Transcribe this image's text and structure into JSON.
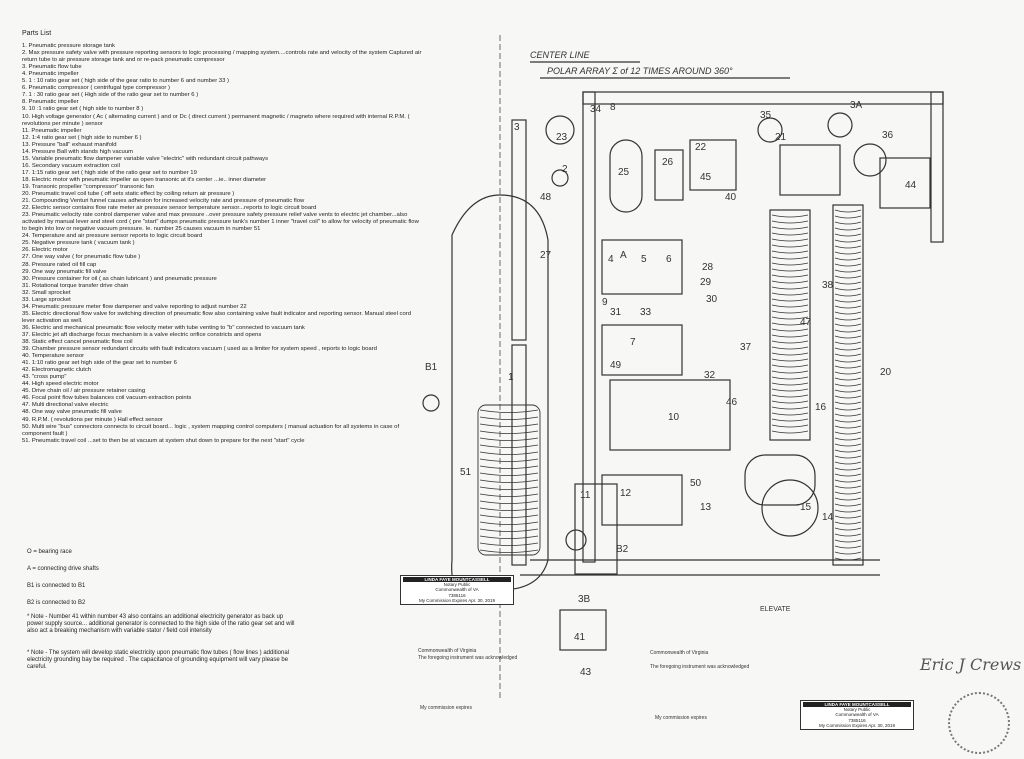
{
  "parts_list": {
    "title": "Parts List",
    "items": [
      "1. Pneumatic pressure storage tank",
      "2. Max pressure safety valve with pressure reporting sensors to logic processing / mapping system....controls rate and velocity of the system Captured air return tube to air pressure storage tank and or re-pack pneumatic compressor",
      "3. Pneumatic flow tube",
      "4. Pneumatic impeller",
      "5. 1 : 10 ratio gear set ( high side of the gear ratio to number 6 and number 33 )",
      "6. Pneumatic compressor ( centrifugal type compressor )",
      "7. 1 : 30 ratio gear set ( High side of the ratio gear set to number 6 )",
      "8. Pneumatic impeller",
      "9. 10 :1 ratio gear set ( high side to number 8 )",
      "10. High voltage generator ( Ac ( alternating current ) and or Dc ( direct current ) permanent magnetic / magneto where required with internal R.P.M. ( revolutions per minute ) sensor",
      "11. Pneumatic impeller",
      "12. 1:4 ratio gear set ( high side to number 6 )",
      "13. Pressure \"ball\" exhaust manifold",
      "14. Pressure Ball with stands high vacuum",
      "15. Variable pneumatic flow dampener variable valve \"electric\" with redundant circuit pathways",
      "16. Secondary vacuum extraction coil",
      "17. 1:15 ratio gear set ( high side of the ratio gear set to number 19",
      "18. Electric motor with pneumatic impeller as open transonic at it's center ...ie.. inner diameter",
      "19. Transonic propeller \"compressor\" transonic fan",
      "20. Pneumatic travel coil tube ( off sets static effect by coiling return air pressure )",
      "21. Compounding Venturi funnel causes adhesion for increased velocity rate and pressure of pneumatic flow",
      "22. Electric sensor contains flow rate meter air pressure sensor temperature sensor...reports to logic circuit board",
      "23. Pneumatic velocity rate control dampener valve and max pressure ..over pressure safety pressure relief valve vents to electric jet chamber...also activated by manual lever and steel cord ( pre \"start\" dumps pneumatic pressure tank's number 1 inner \"travel coil\" to allow for velocity of pneumatic flow to begin into low or negative vacuum pressure. Ie. number 25 causes vacuum in number 51",
      "24. Temperature and air pressure sensor reports to logic circuit board",
      "25. Negative pressure tank ( vacuum tank )",
      "26. Electric motor",
      "27. One way valve ( for pneumatic flow tube )",
      "28. Pressure rated oil fill cap",
      "29. One way pneumatic fill valve",
      "30. Pressure container for oil ( as chain lubricant ) and pneumatic pressure",
      "31. Rotational torque transfer drive chain",
      "32. Small sprocket",
      "33. Large sprocket",
      "34. Pneumatic pressure meter flow dampener and valve reporting to adjust number 22",
      "35. Electric directional flow valve for switching direction of pneumatic flow also containing valve fault indicator and reporting sensor. Manual steel cord lever activation as well.",
      "36. Electric and mechanical pneumatic flow velocity meter with tube venting to \"b\" connected to vacuum tank",
      "37. Electric jet aft discharge focus mechanism is a valve electric orifice constricts and opens",
      "38. Static effect cancel pneumatic flow coil",
      "39. Chamber pressure sensor redundant circuits with fault indicators vacuum ( used as a limiter for system speed , reports to logic board",
      "40. Temperature sensor",
      "41. 1:10 ratio gear set high side of the gear set to number 6",
      "42. Electromagnetic clutch",
      "43. \"cross pump\"",
      "44. High speed electric motor",
      "45. Drive chain oil / air pressure retainer casing",
      "46. Focal point flow tubes balances coil vacuum extraction points",
      "47. Multi directional valve electric",
      "48. One way valve pneumatic fill valve",
      "49. R.P.M. ( revolutions per minute ) Hall effect sensor",
      "50. Multi wire \"bus\" connectors connects to circuit board... logic , system mapping control computers ( manual actuation for all systems in case of component fault )",
      "51. Pneumatic travel coil ...set to then be at vacuum at system shut down to prepare for the next \"start\" cycle"
    ]
  },
  "legend": {
    "bearing": "O = bearing race",
    "shafts": "A = connecting drive shafts",
    "b1": "B1 is connected to B1",
    "b2": "B2 is connected to B2"
  },
  "notes": {
    "note1": "* Note - Number 41 within number 43 also contains an additional electricity generator as back up power supply source... additional generator is connected to the high side of the ratio gear set and will also act a breaking mechanism with variable stator / field coil intensity",
    "note2": "* Note - The system will develop static electricity upon pneumatic flow tubes ( flow lines ) additional electricity grounding bay be required . The capacitance of grounding equipment will vary please be careful."
  },
  "drawing": {
    "center_line": "CENTER LINE",
    "polar_array": "POLAR ARRAY Σ of 12 TIMES AROUND 360°",
    "labels": [
      "1",
      "2",
      "3",
      "3A",
      "3B",
      "4",
      "5",
      "6",
      "7",
      "8",
      "9",
      "10",
      "11",
      "12",
      "13",
      "14",
      "15",
      "16",
      "20",
      "21",
      "22",
      "23",
      "25",
      "26",
      "27",
      "28",
      "29",
      "30",
      "31",
      "32",
      "33",
      "34",
      "35",
      "36",
      "37",
      "38",
      "40",
      "41",
      "43",
      "44",
      "45",
      "46",
      "47",
      "48",
      "49",
      "50",
      "51",
      "B1",
      "B2",
      "A"
    ],
    "signature": "Eric J Crews",
    "elevate": "ELEVATE"
  },
  "notary": {
    "stamp_name": "LINDA FAYE MOUNTCASSELL",
    "stamp_line1": "Notary Public",
    "stamp_line2": "Commonwealth of VA",
    "stamp_line3": "7385116",
    "stamp_line4": "My Commission Expires Apr. 30, 2019",
    "commonwealth": "Commonwealth of Virginia",
    "foregoing": "The foregoing instrument was acknowledged",
    "expires": "My commission expires"
  },
  "colors": {
    "ink": "#333333",
    "paper": "#f7f7f5"
  }
}
